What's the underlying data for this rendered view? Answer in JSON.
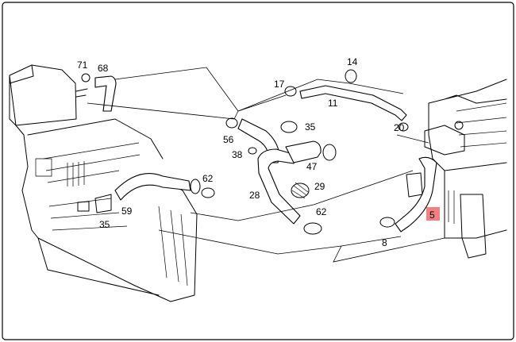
{
  "callouts": [
    {
      "id": "c71",
      "text": "71"
    },
    {
      "id": "c68",
      "text": "68"
    },
    {
      "id": "c14",
      "text": "14"
    },
    {
      "id": "c17",
      "text": "17"
    },
    {
      "id": "c11",
      "text": "11"
    },
    {
      "id": "c20",
      "text": "20"
    },
    {
      "id": "c35a",
      "text": "35"
    },
    {
      "id": "c56",
      "text": "56"
    },
    {
      "id": "c38",
      "text": "38"
    },
    {
      "id": "c47",
      "text": "47"
    },
    {
      "id": "c29",
      "text": "29"
    },
    {
      "id": "c28",
      "text": "28"
    },
    {
      "id": "c62a",
      "text": "62"
    },
    {
      "id": "c62b",
      "text": "62"
    },
    {
      "id": "c59",
      "text": "59"
    },
    {
      "id": "c35b",
      "text": "35"
    },
    {
      "id": "c8",
      "text": "8"
    },
    {
      "id": "c5",
      "text": "5"
    }
  ],
  "highlight": {
    "label": "5",
    "color": "#f06a6a"
  }
}
